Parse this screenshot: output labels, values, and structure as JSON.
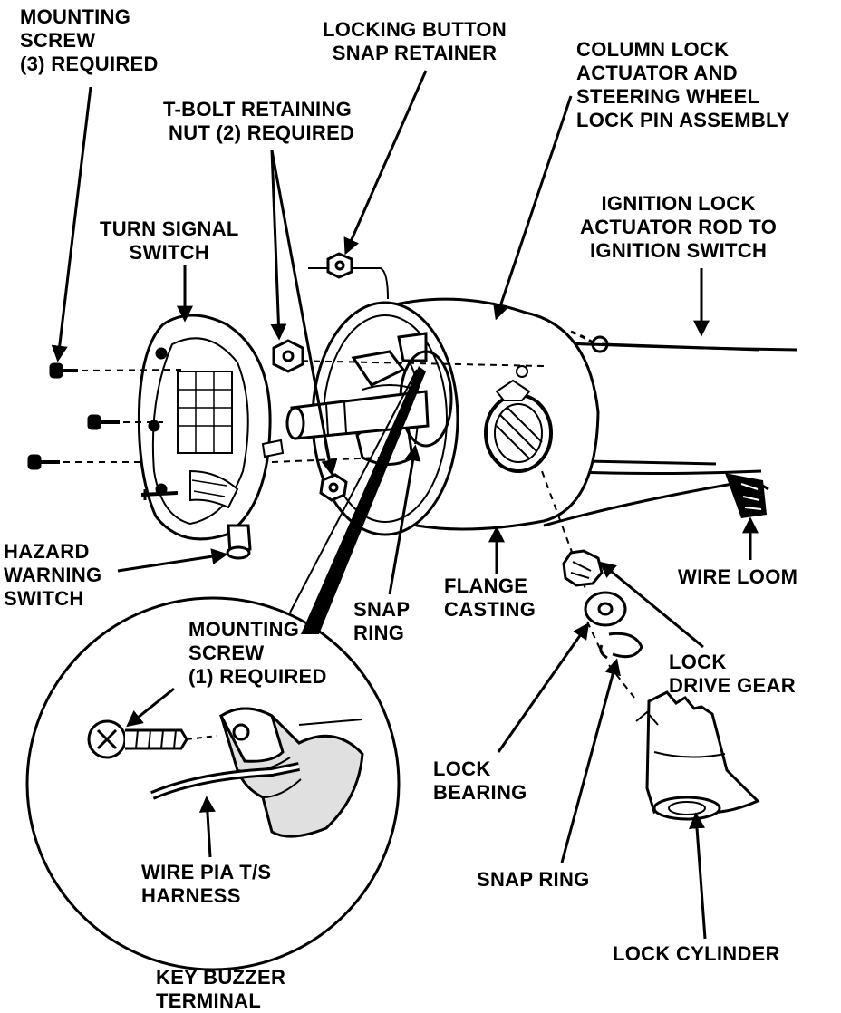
{
  "colors": {
    "ink": "#000000",
    "paper": "#ffffff",
    "shade": "#d8d8d8"
  },
  "labels": {
    "mounting_screw_3": [
      "MOUNTING",
      "SCREW",
      "(3) REQUIRED"
    ],
    "locking_button": [
      "LOCKING BUTTON",
      "SNAP RETAINER"
    ],
    "column_lock": [
      "COLUMN LOCK",
      "ACTUATOR AND",
      "STEERING WHEEL",
      "LOCK PIN ASSEMBLY"
    ],
    "tbolt_nut": [
      "T-BOLT RETAINING",
      "NUT (2) REQUIRED"
    ],
    "ignition_rod": [
      "IGNITION LOCK",
      "ACTUATOR ROD TO",
      "IGNITION SWITCH"
    ],
    "turn_signal": [
      "TURN SIGNAL",
      "SWITCH"
    ],
    "hazard_switch": [
      "HAZARD",
      "WARNING",
      "SWITCH"
    ],
    "flange_casting": [
      "FLANGE",
      "CASTING"
    ],
    "wire_loom": "WIRE LOOM",
    "snap_ring_upper": [
      "SNAP",
      "RING"
    ],
    "mounting_screw_1": [
      "MOUNTING",
      "SCREW",
      "(1) REQUIRED"
    ],
    "lock_drive_gear": [
      "LOCK",
      "DRIVE GEAR"
    ],
    "lock_bearing": [
      "LOCK",
      "BEARING"
    ],
    "wire_harness": [
      "WIRE PIA T/S",
      "HARNESS"
    ],
    "snap_ring_lower": "SNAP RING",
    "lock_cylinder": "LOCK CYLINDER",
    "key_buzzer": [
      "KEY BUZZER",
      "TERMINAL"
    ]
  }
}
